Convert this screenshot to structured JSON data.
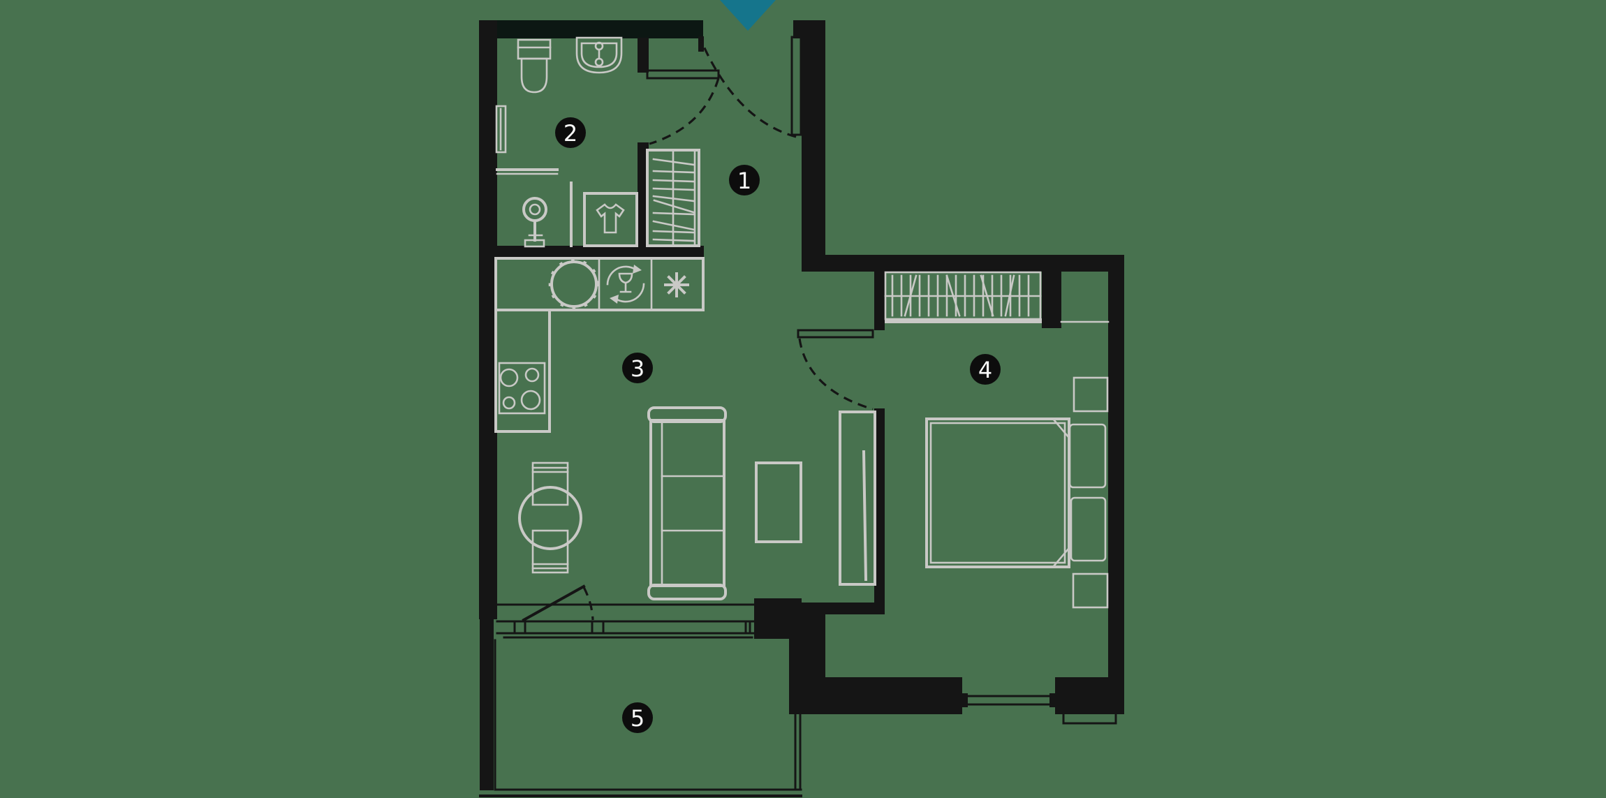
{
  "colors": {
    "background": "#48724f",
    "walls": "#151515",
    "walls_tint": "#0c1713",
    "furniture": "#c9c9c6",
    "arrow": "#15758c",
    "label_bg": "#0d0d0d",
    "label_text": "#fafafa"
  },
  "rooms": [
    {
      "label": "1"
    },
    {
      "label": "2"
    },
    {
      "label": "3"
    },
    {
      "label": "4"
    },
    {
      "label": "5"
    }
  ],
  "icons": {
    "entrance-arrow-icon": "filled-triangle-down",
    "toilet-icon": "tank-and-bowl-outline",
    "washbasin-icon": "half-round-basin-with-faucet",
    "towel-radiator-icon": "thin-double-rectangle",
    "shower-mixer-icon": "concentric-circles-with-stand",
    "laundry-tshirt-icon": "t-shirt-outline",
    "hall-wardrobe-icon": "hanger-hatch-rectangle",
    "kitchen-sink-icon": "circle",
    "dishwasher-icon": "wine-glass-with-circular-arrows",
    "freezer-icon": "asterisk-snowflake",
    "hob-icon": "four-burner-circles",
    "dining-set-icon": "round-table-with-two-chairs",
    "sofa-icon": "three-seat-outline",
    "tv-panel-icon": "thin-slanted-line",
    "bedroom-wardrobe-icon": "vertical-hanger-hatch",
    "bed-icon": "double-bed-with-pillows",
    "door-swing-icon": "dashed-quarter-arc",
    "window-icon": "double-line-band"
  }
}
